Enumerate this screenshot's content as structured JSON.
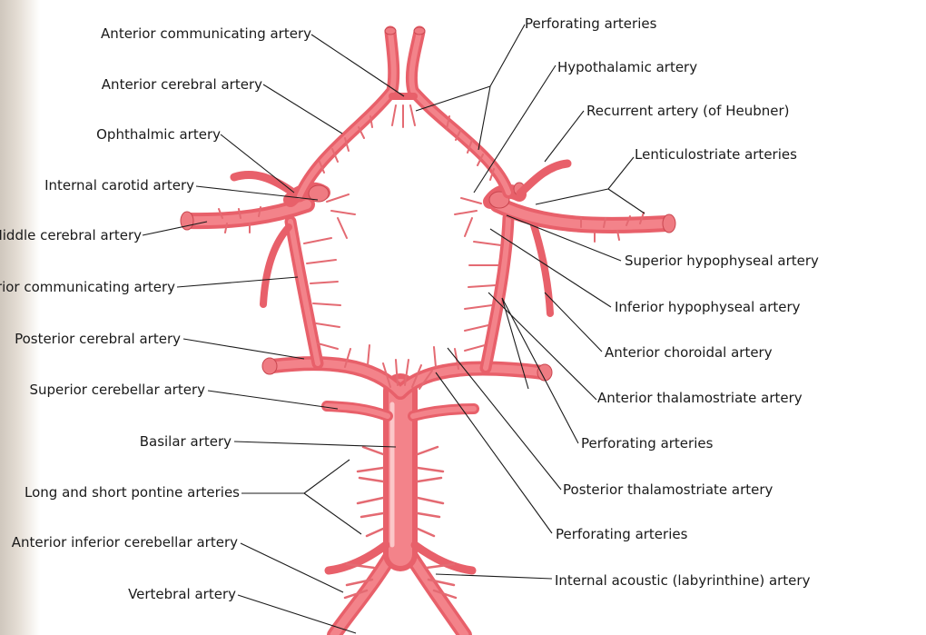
{
  "labels": {
    "anterior_communicating": "Anterior communicating artery",
    "anterior_cerebral": "Anterior cerebral artery",
    "ophthalmic": "Ophthalmic artery",
    "internal_carotid": "Internal carotid artery",
    "middle_cerebral": "Middle cerebral artery",
    "posterior_communicating": "sterior communicating artery",
    "posterior_cerebral": "Posterior cerebral artery",
    "superior_cerebellar": "Superior cerebellar artery",
    "basilar": "Basilar artery",
    "pontine": "Long and short pontine arteries",
    "aica": "Anterior inferior cerebellar artery",
    "vertebral": "Vertebral artery",
    "perforating_top": "Perforating arteries",
    "hypothalamic": "Hypothalamic artery",
    "recurrent": "Recurrent artery (of Heubner)",
    "lenticulostriate": "Lenticulostriate arteries",
    "superior_hypophyseal": "Superior hypophyseal artery",
    "inferior_hypophyseal": "Inferior hypophyseal artery",
    "anterior_choroidal": "Anterior choroidal artery",
    "anterior_thalamostriate": "Anterior thalamostriate artery",
    "perforating_mid": "Perforating arteries",
    "posterior_thalamostriate": "Posterior thalamostriate artery",
    "perforating_low": "Perforating arteries",
    "internal_acoustic": "Internal acoustic (labyrinthine) artery"
  },
  "colors": {
    "artery": "#e8606a",
    "artery_light": "#f3838a",
    "highlight": "#fbc7c9",
    "leader": "#1a1a1a",
    "page_edge": "#d6cfc5"
  }
}
